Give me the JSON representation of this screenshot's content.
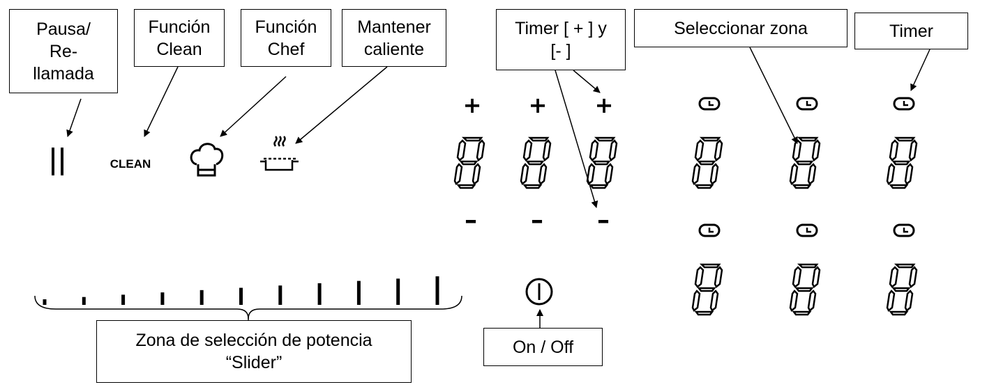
{
  "callouts": {
    "pause": "Pausa/\nRe-\nllamada",
    "clean": "Función\nClean",
    "chef": "Función\nChef",
    "keep_warm": "Mantener\ncaliente",
    "timer_plus_minus": "Timer [ + ] y\n[- ]",
    "select_zone": "Seleccionar zona",
    "timer": "Timer",
    "slider_zone": "Zona de selección de potencia\n“Slider”",
    "on_off": "On / Off"
  },
  "panel": {
    "clean_label": "CLEAN",
    "plus_sign": "+",
    "minus_sign": "–",
    "slider_steps": 11,
    "timer_digit_count": 3,
    "zone_rows": 2,
    "zone_cols": 3
  },
  "icons": [
    "pause-icon",
    "chef-hat-icon",
    "keep-warm-pot-icon",
    "power-icon",
    "clock-icon"
  ]
}
